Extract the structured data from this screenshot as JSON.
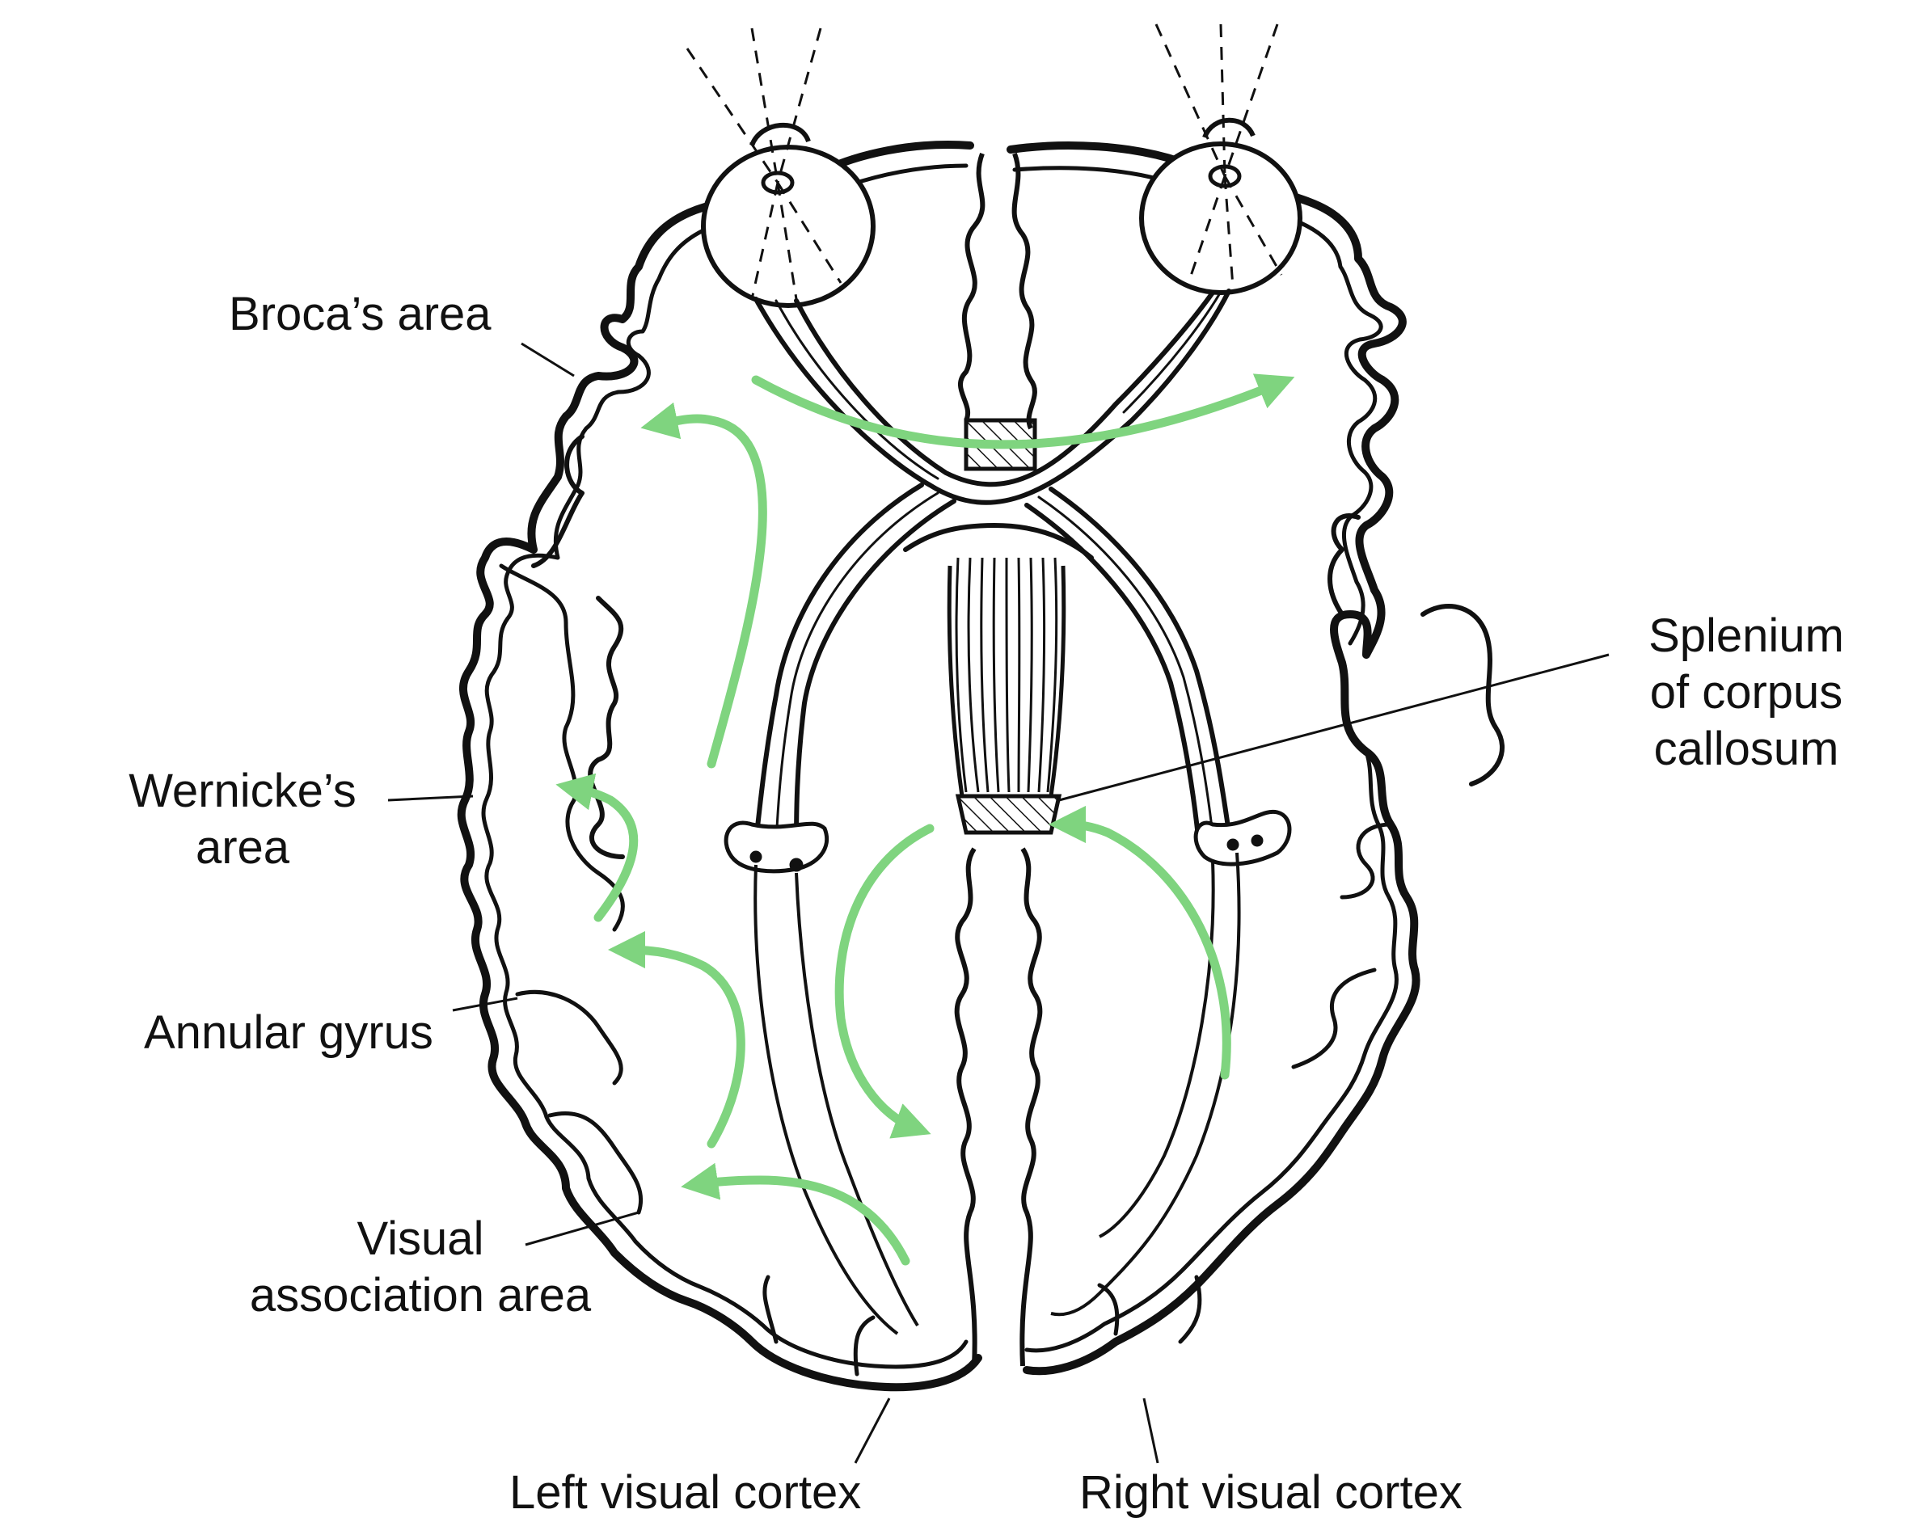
{
  "labels": {
    "broca": "Broca’s area",
    "wernicke": [
      "Wernicke’s",
      "area"
    ],
    "annular": "Annular gyrus",
    "visual_assoc": [
      "Visual",
      "association area"
    ],
    "splenium": [
      "Splenium",
      "of corpus",
      "callosum"
    ],
    "left_cortex": "Left visual cortex",
    "right_cortex": "Right visual cortex"
  },
  "colors": {
    "ink": "#111111",
    "arrow": "#7fd47f",
    "background": "#ffffff"
  }
}
